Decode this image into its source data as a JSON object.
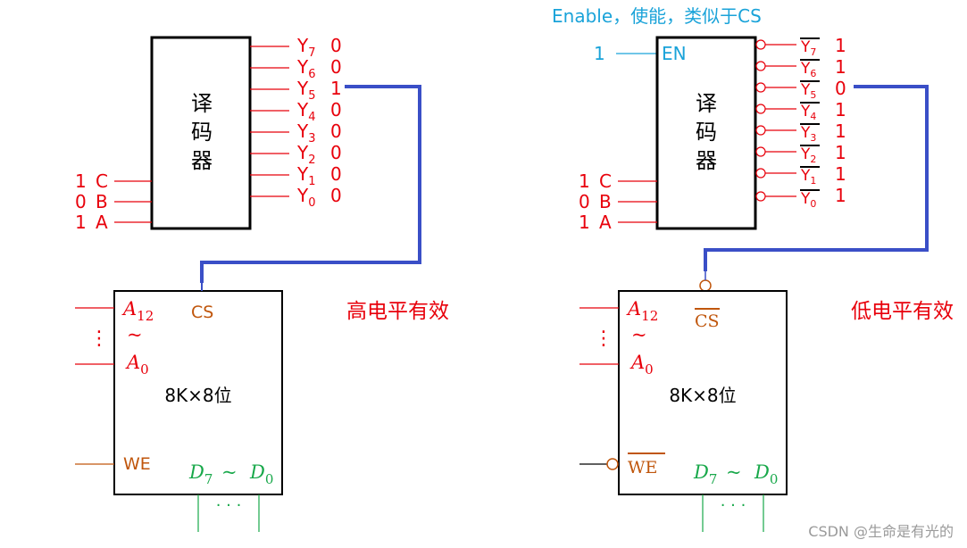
{
  "left": {
    "decoder_label": [
      "译",
      "码",
      "器"
    ],
    "inputs": [
      {
        "value": "1",
        "name": "C"
      },
      {
        "value": "0",
        "name": "B"
      },
      {
        "value": "1",
        "name": "A"
      }
    ],
    "outputs": [
      {
        "base": "Y",
        "sub": "7",
        "value": "0"
      },
      {
        "base": "Y",
        "sub": "6",
        "value": "0"
      },
      {
        "base": "Y",
        "sub": "5",
        "value": "1"
      },
      {
        "base": "Y",
        "sub": "4",
        "value": "0"
      },
      {
        "base": "Y",
        "sub": "3",
        "value": "0"
      },
      {
        "base": "Y",
        "sub": "2",
        "value": "0"
      },
      {
        "base": "Y",
        "sub": "1",
        "value": "0"
      },
      {
        "base": "Y",
        "sub": "0",
        "value": "0"
      }
    ],
    "chip": {
      "addr_hi": {
        "base": "A",
        "sub": "12"
      },
      "tilde": "~",
      "addr_lo": {
        "base": "A",
        "sub": "0"
      },
      "cs": "CS",
      "capacity": "8K×8位",
      "we": "WE",
      "data_hi": {
        "base": "D",
        "sub": "7"
      },
      "data_tilde": "~",
      "data_lo": {
        "base": "D",
        "sub": "0"
      },
      "dots": "· · ·",
      "vdots": "⋮"
    },
    "caption": "高电平有效"
  },
  "right": {
    "note": "Enable，使能，类似于CS",
    "enable": {
      "value": "1",
      "label": "EN"
    },
    "decoder_label": [
      "译",
      "码",
      "器"
    ],
    "inputs": [
      {
        "value": "1",
        "name": "C"
      },
      {
        "value": "0",
        "name": "B"
      },
      {
        "value": "1",
        "name": "A"
      }
    ],
    "outputs": [
      {
        "base": "Y",
        "sub": "7",
        "value": "1"
      },
      {
        "base": "Y",
        "sub": "6",
        "value": "1"
      },
      {
        "base": "Y",
        "sub": "5",
        "value": "0"
      },
      {
        "base": "Y",
        "sub": "4",
        "value": "1"
      },
      {
        "base": "Y",
        "sub": "3",
        "value": "1"
      },
      {
        "base": "Y",
        "sub": "2",
        "value": "1"
      },
      {
        "base": "Y",
        "sub": "1",
        "value": "1"
      },
      {
        "base": "Y",
        "sub": "0",
        "value": "1"
      }
    ],
    "chip": {
      "addr_hi": {
        "base": "A",
        "sub": "12"
      },
      "tilde": "~",
      "addr_lo": {
        "base": "A",
        "sub": "0"
      },
      "cs": "CS",
      "capacity": "8K×8位",
      "we": "WE",
      "data_hi": {
        "base": "D",
        "sub": "7"
      },
      "data_tilde": "~",
      "data_lo": {
        "base": "D",
        "sub": "0"
      },
      "dots": "· · ·",
      "vdots": "⋮"
    },
    "caption": "低电平有效"
  },
  "watermark": "CSDN @生命是有光的",
  "colors": {
    "signal": "#e8000b",
    "enable": "#1aa3d9",
    "control": "#c0560c",
    "data": "#18a84a",
    "wire": "#3a4fc7"
  }
}
